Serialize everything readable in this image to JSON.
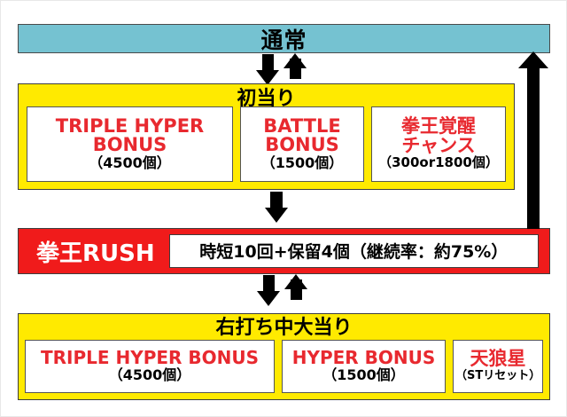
{
  "diagram": {
    "title_normal": "通常",
    "first_hit": {
      "header": "初当り",
      "items": [
        {
          "name": "TRIPLE HYPER\nBONUS",
          "payout": "（4500個）"
        },
        {
          "name": "BATTLE\nBONUS",
          "payout": "（1500個）"
        },
        {
          "name": "拳王覚醒\nチャンス",
          "payout": "（300or1800個）"
        }
      ]
    },
    "rush": {
      "label": "拳王RUSH",
      "detail": "時短10回+保留4個（継続率：約75%）"
    },
    "right_hit": {
      "header": "右打ち中大当り",
      "items": [
        {
          "name": "TRIPLE HYPER BONUS",
          "payout": "（4500個）"
        },
        {
          "name": "HYPER BONUS",
          "payout": "（1500個）"
        },
        {
          "name": "天狼星",
          "payout": "（STリセット）"
        }
      ]
    },
    "colors": {
      "normal_bar": "#75c2d1",
      "stage_box": "#ffea00",
      "rush_bar": "#f01b1b",
      "bonus_text": "#e8292f",
      "arrow": "#000000"
    }
  }
}
